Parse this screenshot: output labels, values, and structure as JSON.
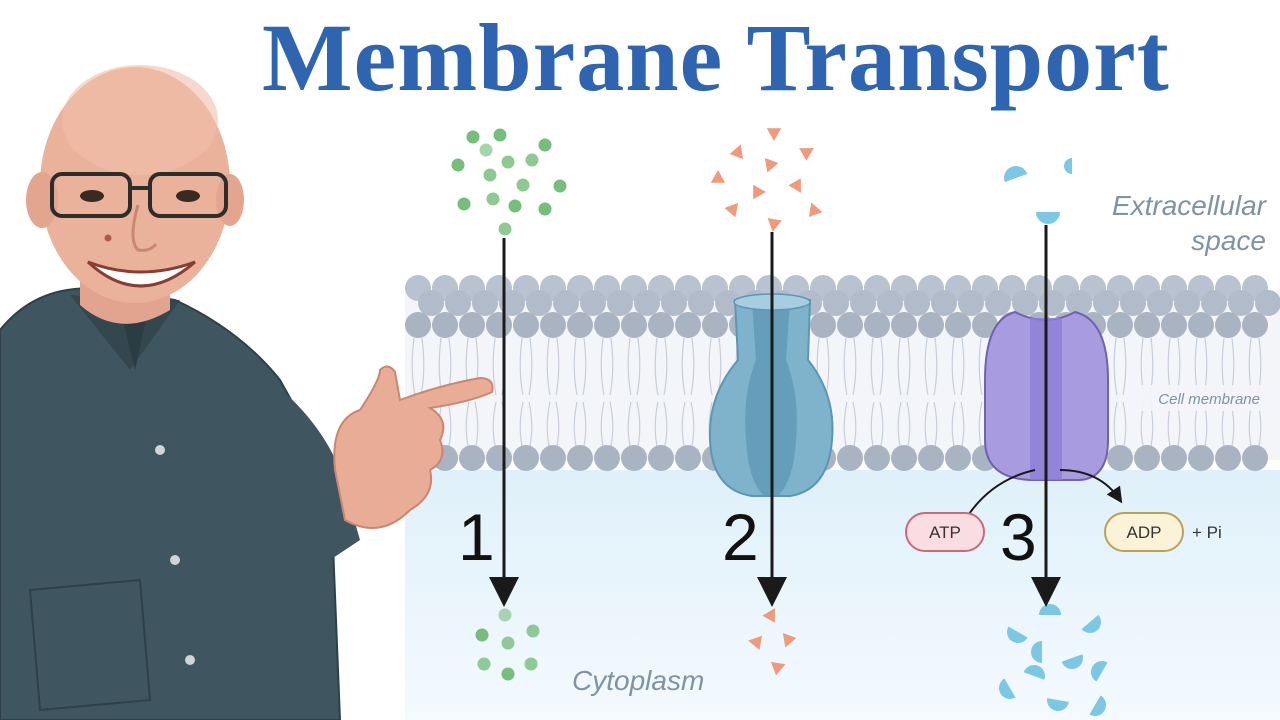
{
  "title": "Membrane Transport",
  "labels": {
    "extracellular_line1": "Extracellular",
    "extracellular_line2": "space",
    "cell_membrane": "Cell membrane",
    "cytoplasm": "Cytoplasm"
  },
  "pathways": [
    {
      "number": "1"
    },
    {
      "number": "2"
    },
    {
      "number": "3"
    }
  ],
  "energy": {
    "atp": "ATP",
    "adp": "ADP",
    "pi": "+ Pi"
  },
  "colors": {
    "title": "#2f64b0",
    "membrane_head": "#b9c2d0",
    "channel_protein": "#7fb3cc",
    "pump_protein": "#a99be0",
    "green_molecule": "#5fb264",
    "orange_molecule": "#ef9a7c",
    "blue_molecule": "#7cc7e3",
    "atp_fill": "#f9dde2",
    "adp_fill": "#fbf3d8"
  },
  "presenter": {
    "description_icon": "person-pointing"
  }
}
